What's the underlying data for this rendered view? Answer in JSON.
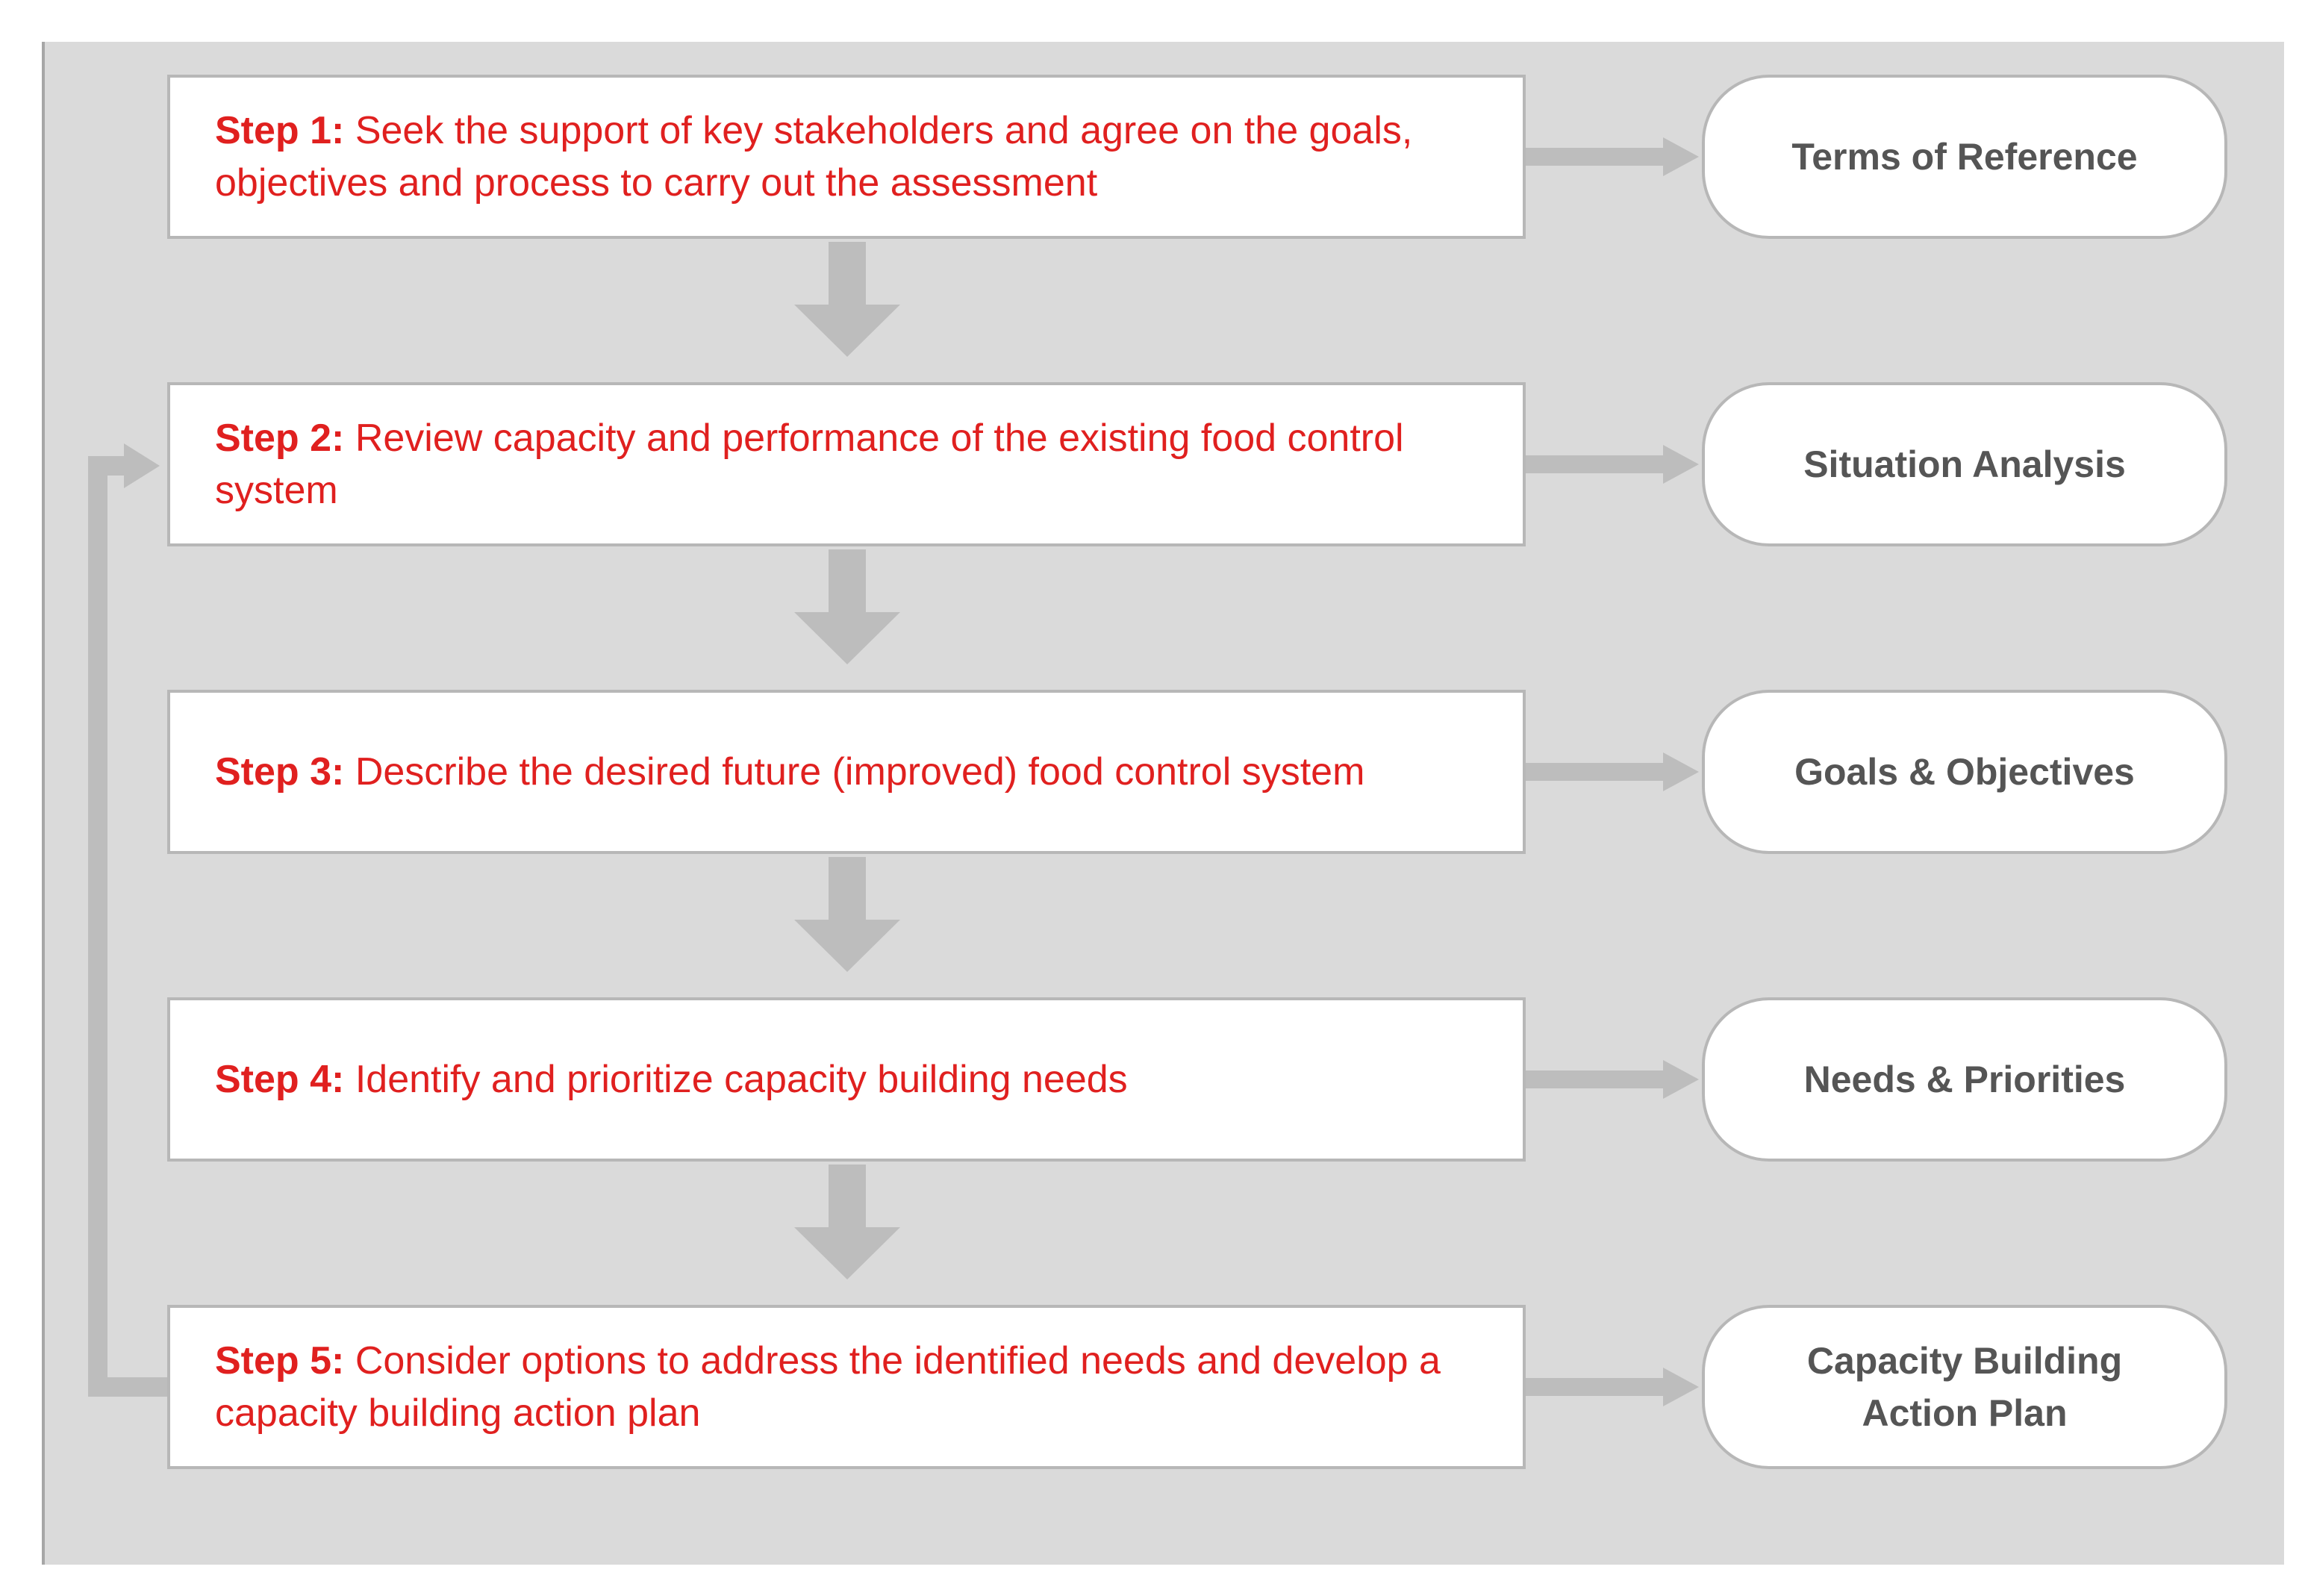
{
  "steps": [
    {
      "label": "Step 1:",
      "text": "Seek the support of key stakeholders and agree on the goals, objectives and process to carry out the assessment",
      "outcome": "Terms of Reference"
    },
    {
      "label": "Step 2:",
      "text": "Review capacity and performance of the existing food control system",
      "outcome": "Situation Analysis"
    },
    {
      "label": "Step 3:",
      "text": "Describe the desired future (improved) food control system",
      "outcome": "Goals & Objectives"
    },
    {
      "label": "Step 4:",
      "text": "Identify and prioritize capacity building needs",
      "outcome": "Needs & Priorities"
    },
    {
      "label": "Step 5:",
      "text": "Consider options to address the identified needs and develop a capacity building action plan",
      "outcome": "Capacity Building Action Plan"
    }
  ],
  "colors": {
    "background_panel": "#dadada",
    "step_text": "#e0201f",
    "outcome_text": "#555555",
    "arrow": "#bdbdbd",
    "border": "#b7b7b7"
  }
}
